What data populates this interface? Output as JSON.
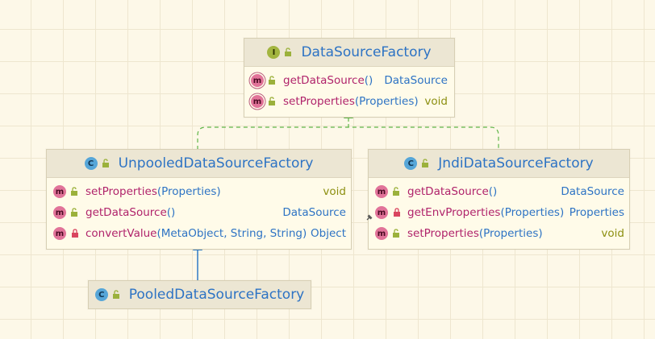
{
  "colors": {
    "background": "#fdf8e8",
    "header": "#ece6d3",
    "title": "#2d73c4",
    "method": "#b0236b",
    "type": "#2d73c4",
    "void": "#8c8f10",
    "implements_arrow": "#5fb548",
    "extends_arrow": "#2e7bc6"
  },
  "relations": [
    {
      "from": "UnpooledDataSourceFactory",
      "to": "DataSourceFactory",
      "kind": "implements"
    },
    {
      "from": "JndiDataSourceFactory",
      "to": "DataSourceFactory",
      "kind": "implements"
    },
    {
      "from": "PooledDataSourceFactory",
      "to": "UnpooledDataSourceFactory",
      "kind": "extends"
    }
  ],
  "interface_card": {
    "badge": "I",
    "name": "DataSourceFactory",
    "methods": [
      {
        "name": "getDataSource",
        "params": "()",
        "returns": "DataSource"
      },
      {
        "name": "setProperties",
        "params": "(Properties)",
        "returns": "void"
      }
    ]
  },
  "unpooled_card": {
    "badge": "C",
    "name": "UnpooledDataSourceFactory",
    "methods": [
      {
        "name": "setProperties",
        "params": "(Properties)",
        "returns": "void"
      },
      {
        "name": "getDataSource",
        "params": "()",
        "returns": "DataSource"
      },
      {
        "name": "convertValue",
        "params": "(MetaObject, String, String)",
        "returns": "Object"
      }
    ]
  },
  "jndi_card": {
    "badge": "C",
    "name": "JndiDataSourceFactory",
    "methods": [
      {
        "name": "getDataSource",
        "params": "()",
        "returns": "DataSource"
      },
      {
        "name": "getEnvProperties",
        "params": "(Properties)",
        "returns": "Properties"
      },
      {
        "name": "setProperties",
        "params": "(Properties)",
        "returns": "void"
      }
    ]
  },
  "pooled_card": {
    "badge": "C",
    "name": "PooledDataSourceFactory"
  }
}
